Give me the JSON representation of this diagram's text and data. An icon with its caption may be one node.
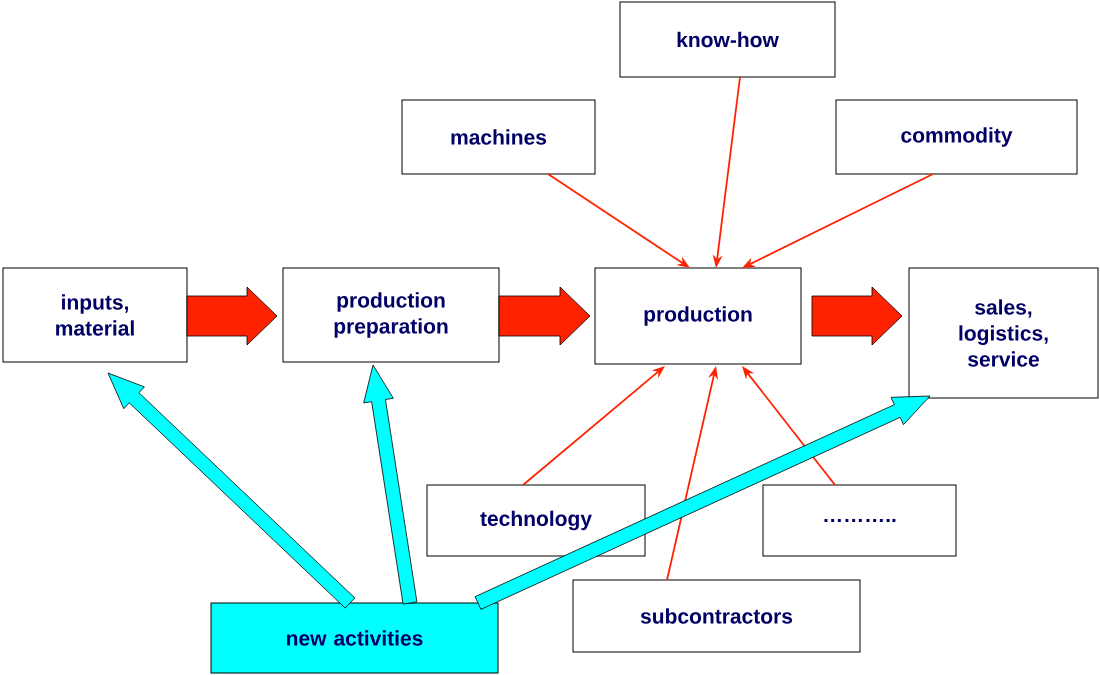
{
  "diagram": {
    "nodes": [
      {
        "text": [
          "inputs, material"
        ]
      },
      {
        "text": [
          "production preparation"
        ]
      },
      {
        "text": [
          "production"
        ]
      },
      {
        "text": [
          "sales, logistics, service"
        ]
      },
      {
        "text": [
          "know-how"
        ]
      },
      {
        "text": [
          "machines"
        ]
      },
      {
        "text": [
          "commodity"
        ]
      },
      {
        "text": [
          "technology"
        ]
      },
      {
        "text": [
          "……….."
        ]
      },
      {
        "text": [
          "subcontractors"
        ]
      },
      {
        "text": [
          "new activities"
        ]
      }
    ],
    "edges": [
      {
        "from": 0,
        "to": 1,
        "arrow": "to",
        "style": "thick"
      },
      {
        "from": 1,
        "to": 2,
        "arrow": "to",
        "style": "thick"
      },
      {
        "from": 2,
        "to": 3,
        "arrow": "to",
        "style": "thick"
      },
      {
        "from": 5,
        "to": 2,
        "arrow": "to"
      },
      {
        "from": 4,
        "to": 2,
        "arrow": "to"
      },
      {
        "from": 6,
        "to": 2,
        "arrow": "to"
      },
      {
        "from": 7,
        "to": 2,
        "arrow": "to"
      },
      {
        "from": 9,
        "to": 2,
        "arrow": "to"
      },
      {
        "from": 8,
        "to": 2,
        "arrow": "to"
      },
      {
        "from": 10,
        "to": 0,
        "arrow": "to",
        "style": "thick",
        "color": "#00ffff"
      },
      {
        "from": 10,
        "to": 1,
        "arrow": "to",
        "style": "thick",
        "color": "#00ffff"
      },
      {
        "from": 10,
        "to": 3,
        "arrow": "to",
        "style": "thick",
        "color": "#00ffff"
      }
    ]
  }
}
